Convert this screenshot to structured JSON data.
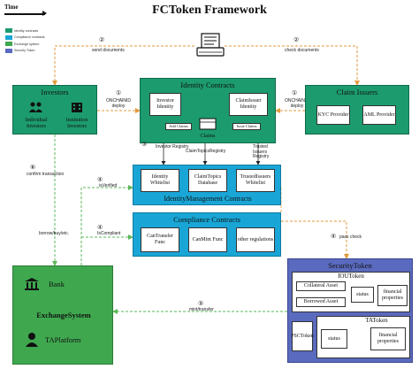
{
  "title": "FCToken Framework",
  "legend": {
    "time_label": "Time",
    "items": [
      {
        "color": "#1c9b6e",
        "label": "Identity contracts"
      },
      {
        "color": "#19a6d6",
        "label": "Compliance contracts"
      },
      {
        "color": "#3fa84f",
        "label": "Exchange system"
      },
      {
        "color": "#5a6abf",
        "label": "Security Token"
      }
    ]
  },
  "investors": {
    "title": "Investors",
    "individual": "Individual Investors",
    "institution": "Institution Investors"
  },
  "identity_contracts": {
    "title": "Identity Contracts",
    "investor_identity": "Investor Identity",
    "claim_issuer_identity": "ClaimIssuer Identity",
    "add_claims": "Add Claims",
    "issue_claims": "Issue Claims",
    "claims": "Claims"
  },
  "claim_issuers": {
    "title": "Claim Issuers",
    "kyc": "KYC Provider",
    "aml": "AML Provider"
  },
  "identity_management": {
    "title": "IdentityManagement Contracts",
    "identity_whitelist": "Identity Whitelist",
    "claim_topics_db": "ClaimTopics Database",
    "trusted_issuers": "TrustedIssuers Whitelist"
  },
  "compliance": {
    "title": "Compliance Contracts",
    "can_transfer": "CanTransfer Func",
    "can_mint": "CanMint Func",
    "other": "other regulations"
  },
  "exchange": {
    "bank": "Bank",
    "system": "ExchangeSystem",
    "platform": "TAPlatform"
  },
  "security_token": {
    "title": "SecurityToken",
    "iou": "IOUToken",
    "collateral": "Collateral Asset",
    "borrowed": "Borrowed Asset",
    "status1": "status",
    "financial1": "financial properties",
    "psc": "PSCToken",
    "ta": "TAToken",
    "status2": "status",
    "financial2": "financial properties"
  },
  "steps": {
    "s1_left_num": "①",
    "s1_left_label": "ONCHAINID deploy",
    "s1_right_num": "①",
    "s1_right_label": "ONCHAINID deploy",
    "s2_left_num": "②",
    "s2_left_label": "send documents",
    "s2_right_num": "②",
    "s2_right_label": "check documents",
    "s3_num": "③",
    "s3_investor_registry": "Investor Registry",
    "s3_claim_topics": "ClaimTopicsRegistry",
    "s3_trusted_issuers": "Trusted Issuers Registry",
    "s4_whitelisted_num": "④",
    "s4_whitelisted": "isVerified",
    "s4_compliant_num": "④",
    "s4_compliant": "IsCompliant",
    "s4_pass_num": "④",
    "s4_pass": "pass check",
    "s5_num": "⑤",
    "s5_label": "mint/transfer",
    "s6_num": "⑥",
    "s6_confirm": "confirm transaction",
    "borrow": "borrow/buy/etc."
  }
}
